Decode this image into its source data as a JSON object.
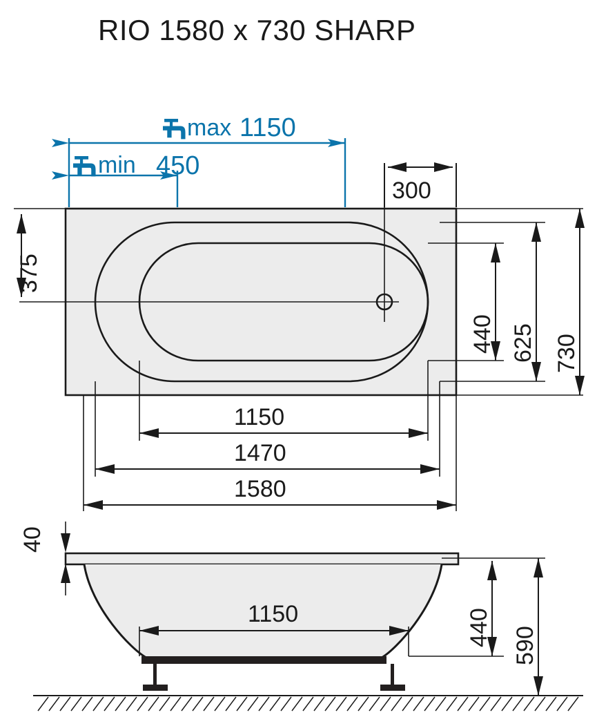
{
  "title": "RIO 1580 x 730 SHARP",
  "product": {
    "name": "RIO",
    "length_mm": "1580",
    "width_mm": "730",
    "variant": "SHARP"
  },
  "icons": {
    "tap": "faucet-icon"
  },
  "plan_view": {
    "name": "plan-view",
    "dimensions": {
      "tap_max": {
        "label_prefix": "max",
        "value": "1150",
        "icon": "faucet-icon",
        "color": "#0b74ab"
      },
      "tap_min": {
        "label_prefix": "min",
        "value": "450",
        "icon": "faucet-icon",
        "color": "#0b74ab"
      },
      "drain_offset": {
        "value": "300"
      },
      "left_edge_to_center": {
        "value": "375"
      },
      "inner_width": {
        "value": "440"
      },
      "mid_width": {
        "value": "625"
      },
      "outer_width": {
        "value": "730"
      },
      "inner_length": {
        "value": "1150"
      },
      "mid_length": {
        "value": "1470"
      },
      "outer_length": {
        "value": "1580"
      }
    }
  },
  "section_view": {
    "name": "section-view",
    "dimensions": {
      "rim_thickness": {
        "value": "40"
      },
      "base_length": {
        "value": "1150"
      },
      "tub_depth": {
        "value": "440"
      },
      "total_height": {
        "value": "590"
      }
    }
  },
  "colors": {
    "line": "#1a1a1a",
    "accent_blue": "#0b74ab",
    "fill_gray": "#ececec",
    "fill_dark": "#231f1f",
    "background": "#ffffff"
  }
}
